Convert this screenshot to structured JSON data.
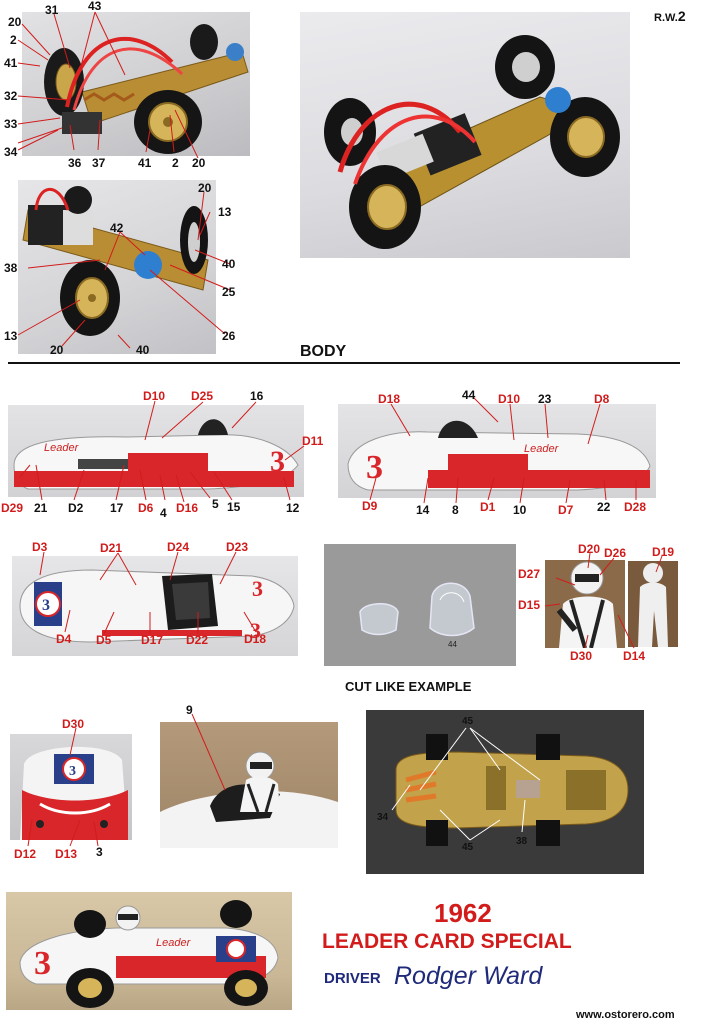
{
  "page_code": "R.W.",
  "page_number": "2",
  "section_title": "BODY",
  "cut_caption": "CUT  LIKE EXAMPLE",
  "glass_part_label": "44",
  "year": "1962",
  "car_name": "LEADER CARD SPECIAL",
  "driver_label": "DRIVER",
  "driver_name": "Rodger Ward",
  "website": "www.ostorero.com",
  "chassis_left_labels": [
    "20",
    "2",
    "41",
    "31",
    "43",
    "32",
    "33",
    "34",
    "36",
    "37",
    "41",
    "2",
    "20"
  ],
  "chassis_lower_labels": [
    "20",
    "13",
    "42",
    "38",
    "40",
    "25",
    "13",
    "26",
    "20",
    "40"
  ],
  "body_left_labels": [
    "D10",
    "D25",
    "16",
    "D11",
    "D29",
    "21",
    "D2",
    "17",
    "D6",
    "4",
    "D16",
    "5",
    "15",
    "12"
  ],
  "body_right_labels": [
    "D18",
    "44",
    "D10",
    "23",
    "D8",
    "D9",
    "14",
    "8",
    "D1",
    "10",
    "D7",
    "22",
    "D28"
  ],
  "body_top_labels": [
    "D3",
    "D21",
    "D24",
    "D23",
    "D4",
    "D5",
    "D17",
    "D22",
    "D18"
  ],
  "driver_fig_labels": [
    "D20",
    "D26",
    "D19",
    "D27",
    "D15",
    "D30",
    "D14"
  ],
  "nose_labels": [
    "D30",
    "D12",
    "D13",
    "3"
  ],
  "cockpit_label": "9",
  "underside_labels": [
    "45",
    "34",
    "38",
    "45"
  ]
}
